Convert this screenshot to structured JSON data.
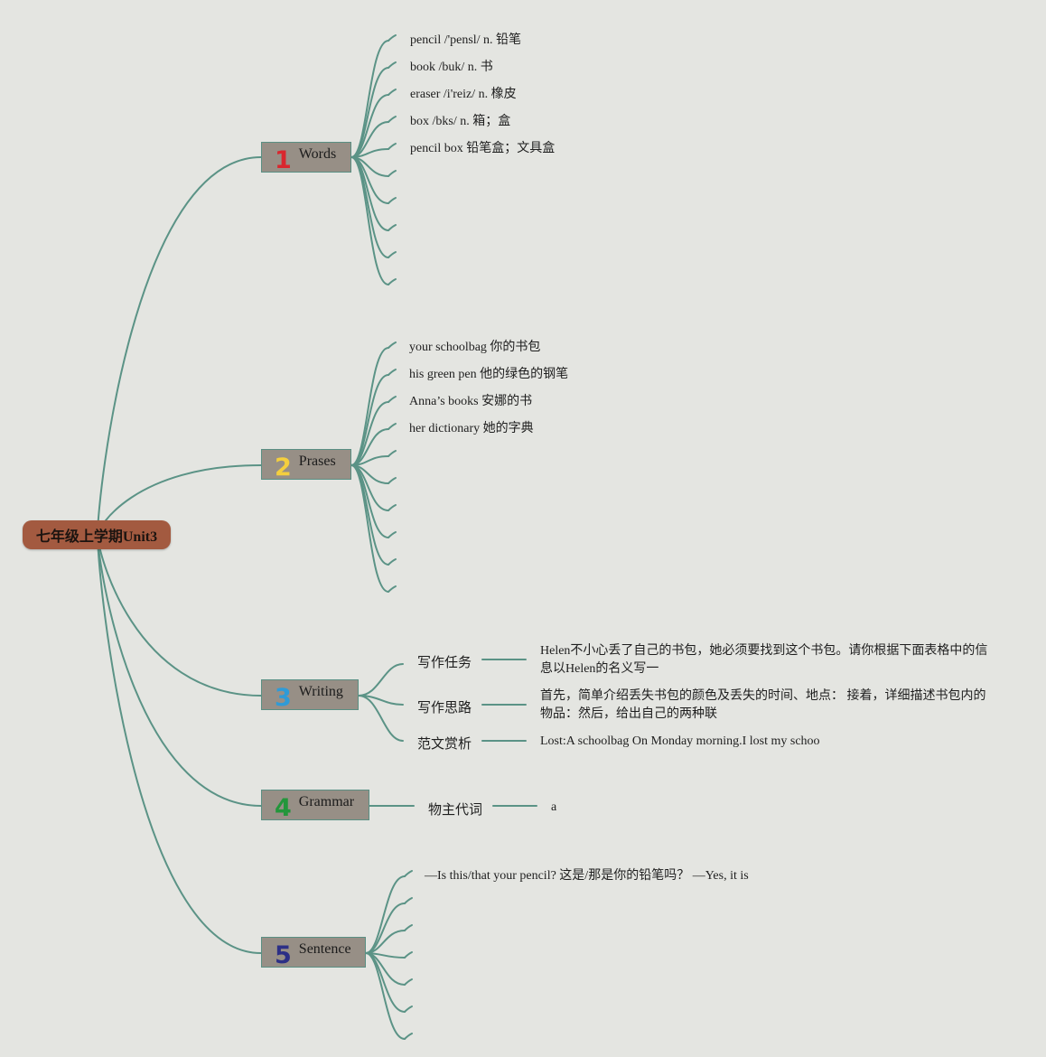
{
  "root": {
    "label": "七年级上学期Unit3"
  },
  "branches": [
    {
      "number": "1",
      "label": "Words",
      "items": [
        "pencil /'pensl/ n. 铅笔",
        "book /buk/ n. 书",
        "eraser /i'reiz/ n. 橡皮",
        "box /bks/ n. 箱；盒",
        "pencil box 铅笔盒；文具盒"
      ]
    },
    {
      "number": "2",
      "label": "Prases",
      "items": [
        "your schoolbag 你的书包",
        "his green pen 他的绿色的钢笔",
        "Anna’s books 安娜的书",
        "her dictionary 她的字典"
      ]
    },
    {
      "number": "3",
      "label": "Writing",
      "subs": [
        {
          "label": "写作任务",
          "detail": [
            "Helen不小心丢了自己的书包，她必须要找到这个书包。请你根据下面表格中的信",
            "息以Helen的名义写一"
          ]
        },
        {
          "label": "写作思路",
          "detail": [
            "首先，简单介绍丢失书包的颜色及丢失的时间、地点： 接着，详细描述书包内的",
            "物品：然后，给出自己的两种联"
          ]
        },
        {
          "label": "范文赏析",
          "detail": [
            "Lost:A schoolbag On Monday morning.I lost my schoo"
          ]
        }
      ]
    },
    {
      "number": "4",
      "label": "Grammar",
      "subs": [
        {
          "label": "物主代词",
          "detail": [
            "a"
          ]
        }
      ]
    },
    {
      "number": "5",
      "label": "Sentence",
      "items": [
        "—Is this/that your pencil? 这是/那是你的铅笔吗？ —Yes, it is"
      ]
    }
  ],
  "colors": {
    "connector": "#5b9386",
    "root_fill": "#a35a40",
    "branch_fill": "#978f86",
    "background": "#e4e5e1"
  }
}
